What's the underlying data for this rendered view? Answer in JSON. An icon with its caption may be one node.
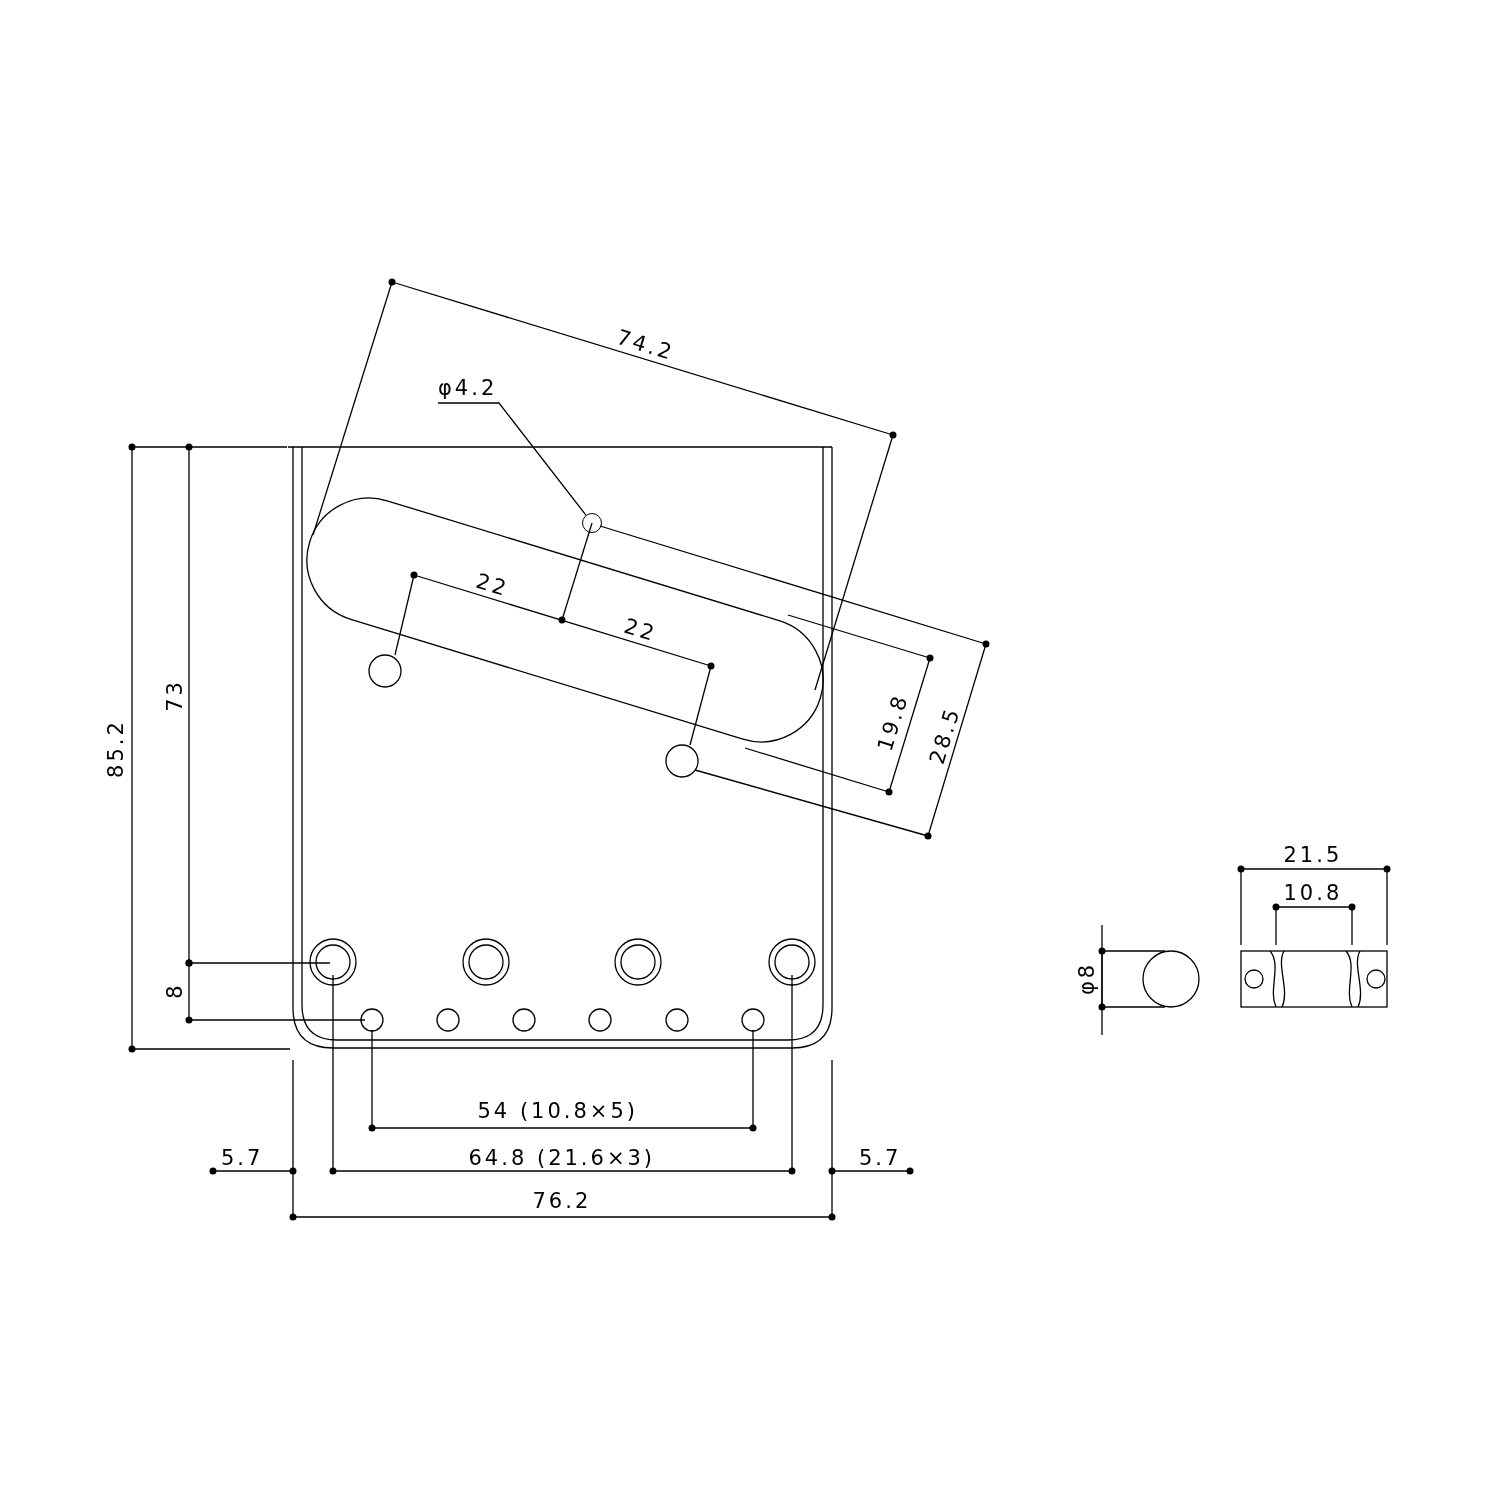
{
  "diagram": {
    "nodes": [
      {
        "text": [
          "φ4.2"
        ]
      },
      {
        "text": [],
        "shape": "circle"
      }
    ],
    "edges": [
      {
        "from": 0,
        "to": 1,
        "arrow": "none"
      }
    ],
    "labels": [
      "74.2",
      "22",
      "22",
      "85.2",
      "73",
      "19.8",
      "28.5",
      "21.5",
      "10.8",
      "φ8",
      "8",
      "54 (10.8×5)",
      "5.7",
      "64.8 (21.6×3)",
      "5.7",
      "76.2"
    ]
  }
}
